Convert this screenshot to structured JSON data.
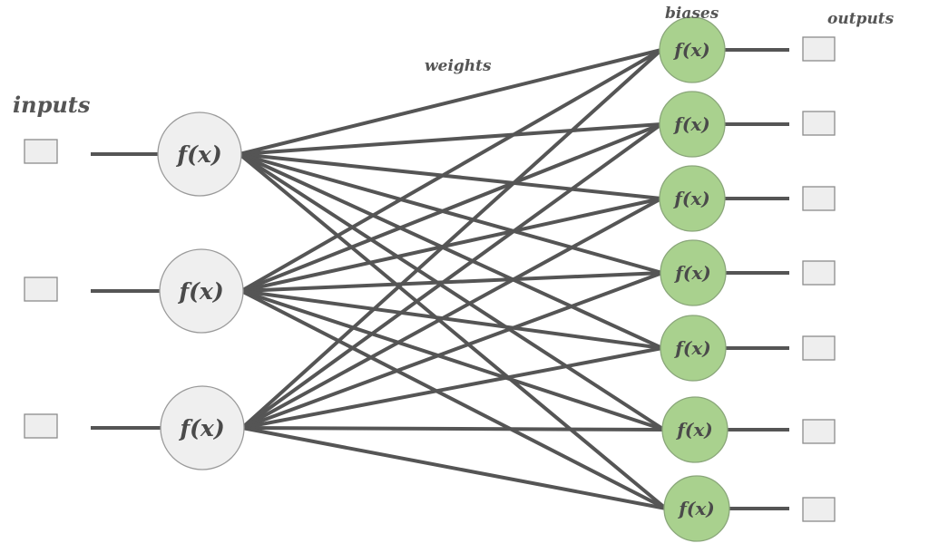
{
  "labels": {
    "inputs": "inputs",
    "weights": "weights",
    "biases": "biases",
    "outputs": "outputs"
  },
  "neuron_function": "f(x)",
  "input_layer": {
    "count": 3
  },
  "output_layer": {
    "count": 7
  },
  "colors": {
    "line": "#555555",
    "input_neuron_fill": "#efefef",
    "output_neuron_fill": "#a9d18e",
    "box_fill": "#eeeeee"
  }
}
